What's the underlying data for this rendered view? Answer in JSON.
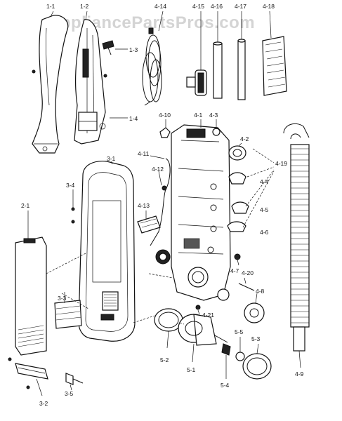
{
  "watermark": "AppliancePartsPros.com",
  "parts": [
    {
      "id": "1-1"
    },
    {
      "id": "1-2"
    },
    {
      "id": "1-3"
    },
    {
      "id": "1-4"
    },
    {
      "id": "4-14"
    },
    {
      "id": "4-15"
    },
    {
      "id": "4-16"
    },
    {
      "id": "4-17"
    },
    {
      "id": "4-18"
    },
    {
      "id": "4-10"
    },
    {
      "id": "4-1"
    },
    {
      "id": "4-3"
    },
    {
      "id": "4-2"
    },
    {
      "id": "4-19"
    },
    {
      "id": "4-11"
    },
    {
      "id": "3-1"
    },
    {
      "id": "4-12"
    },
    {
      "id": "4-4"
    },
    {
      "id": "3-4"
    },
    {
      "id": "4-13"
    },
    {
      "id": "4-5"
    },
    {
      "id": "2-1"
    },
    {
      "id": "4-6"
    },
    {
      "id": "4-7"
    },
    {
      "id": "4-20"
    },
    {
      "id": "3-3"
    },
    {
      "id": "4-8"
    },
    {
      "id": "4-21"
    },
    {
      "id": "5-5"
    },
    {
      "id": "5-3"
    },
    {
      "id": "5-2"
    },
    {
      "id": "5-1"
    },
    {
      "id": "3-5"
    },
    {
      "id": "5-4"
    },
    {
      "id": "4-9"
    },
    {
      "id": "3-2"
    }
  ]
}
